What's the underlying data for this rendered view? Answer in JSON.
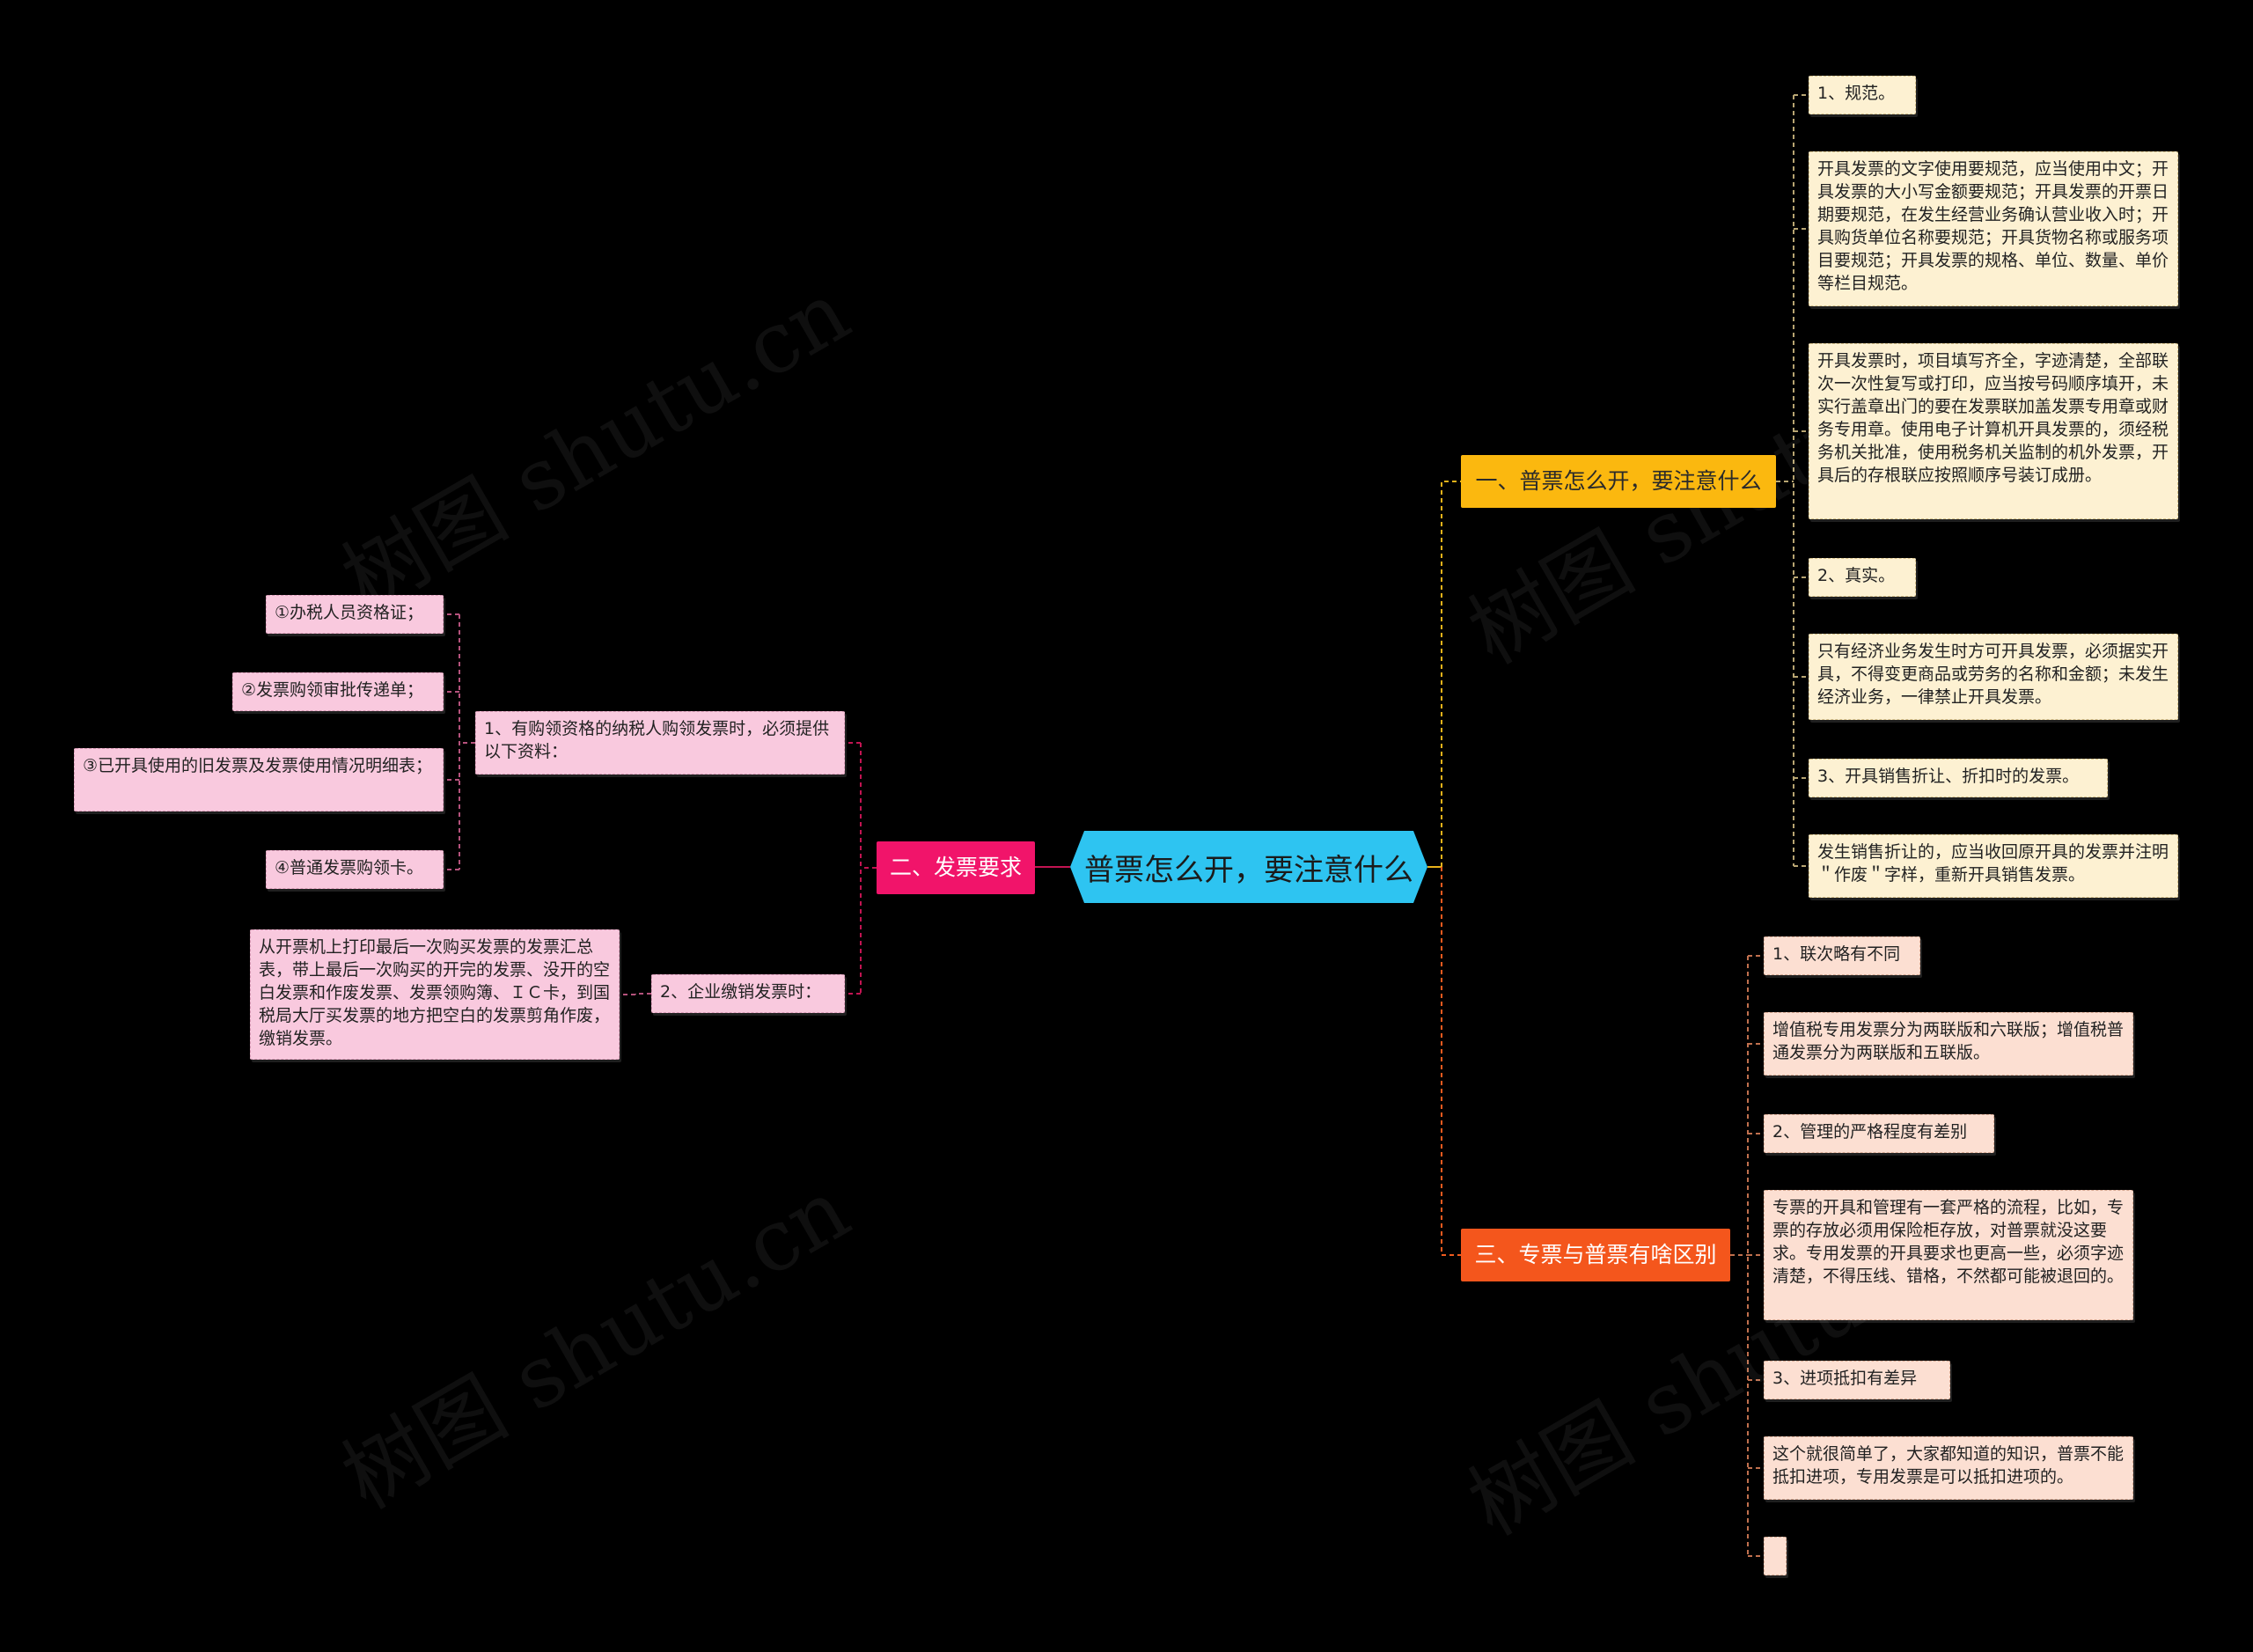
{
  "watermark": "树图 shutu.cn",
  "root": {
    "label": "普票怎么开，要注意什么"
  },
  "branch1": {
    "label": "一、普票怎么开，要注意什么",
    "color": "#fbb80f",
    "items": [
      "1、规范。",
      "开具发票的文字使用要规范，应当使用中文；开具发票的大小写金额要规范；开具发票的开票日期要规范，在发生经营业务确认营业收入时；开具购货单位名称要规范；开具货物名称或服务项目要规范；开具发票的规格、单位、数量、单价等栏目规范。",
      "开具发票时，项目填写齐全，字迹清楚，全部联次一次性复写或打印，应当按号码顺序填开，未实行盖章出门的要在发票联加盖发票专用章或财务专用章。使用电子计算机开具发票的，须经税务机关批准，使用税务机关监制的机外发票，开具后的存根联应按照顺序号装订成册。",
      "2、真实。",
      "只有经济业务发生时方可开具发票，必须据实开具，不得变更商品或劳务的名称和金额；未发生经济业务，一律禁止开具发票。",
      "3、开具销售折让、折扣时的发票。",
      "发生销售折让的，应当收回原开具的发票并注明＂作废＂字样，重新开具销售发票。"
    ]
  },
  "branch2": {
    "label": "二、发票要求",
    "color": "#f1146a",
    "sub1": {
      "label": "1、有购领资格的纳税人购领发票时，必须提供以下资料：",
      "items": [
        "①办税人员资格证；",
        "②发票购领审批传递单；",
        "③已开具使用的旧发票及发票使用情况明细表；",
        "④普通发票购领卡。"
      ]
    },
    "sub2": {
      "label": "2、企业缴销发票时：",
      "items": [
        "从开票机上打印最后一次购买发票的发票汇总表，带上最后一次购买的开完的发票、没开的空白发票和作废发票、发票领购簿、ＩＣ卡，到国税局大厅买发票的地方把空白的发票剪角作废，缴销发票。"
      ]
    }
  },
  "branch3": {
    "label": "三、专票与普票有啥区别",
    "color": "#f4561c",
    "items": [
      "1、联次略有不同",
      "增值税专用发票分为两联版和六联版；增值税普通发票分为两联版和五联版。",
      "2、管理的严格程度有差别",
      "专票的开具和管理有一套严格的流程，比如，专票的存放必须用保险柜存放，对普票就没这要求。专用发票的开具要求也更高一些，必须字迹清楚，不得压线、错格，不然都可能被退回的。",
      "3、进项抵扣有差异",
      "这个就很简单了，大家都知道的知识，普票不能抵扣进项，专用发票是可以抵扣进项的。",
      ""
    ]
  },
  "link_colors": {
    "branch1": "#e8b21a",
    "branch2": "#c21452",
    "branch3": "#f05a1e",
    "yellow_leaf": "#b8a572",
    "pink_leaf": "#b5527c",
    "peach_leaf": "#c0704e"
  }
}
